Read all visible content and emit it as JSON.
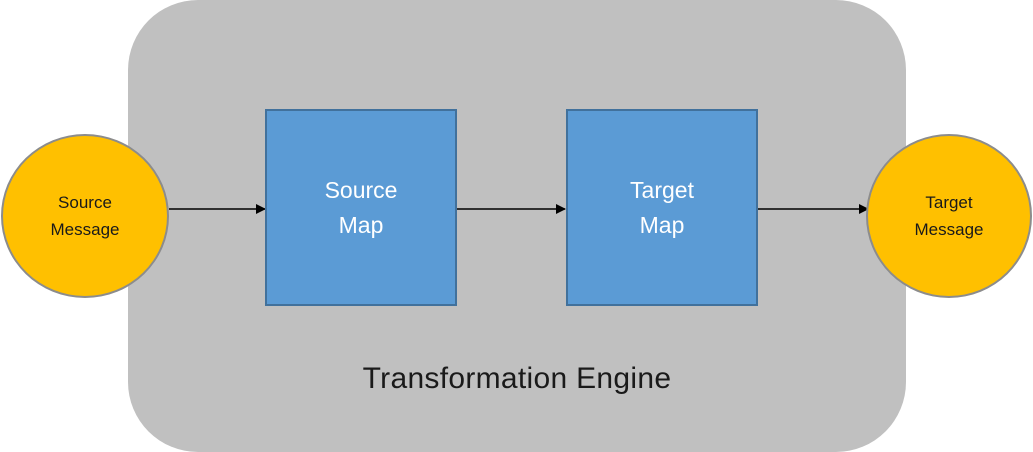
{
  "colors": {
    "engine_fill": "#c0c0c0",
    "map_fill": "#5b9bd5",
    "message_fill": "#ffc000",
    "arrow": "#000000"
  },
  "engine": {
    "label": "Transformation Engine"
  },
  "source_message": {
    "line1": "Source",
    "line2": "Message"
  },
  "source_map": {
    "line1": "Source",
    "line2": "Map"
  },
  "target_map": {
    "line1": "Target",
    "line2": "Map"
  },
  "target_message": {
    "line1": "Target",
    "line2": "Message"
  }
}
